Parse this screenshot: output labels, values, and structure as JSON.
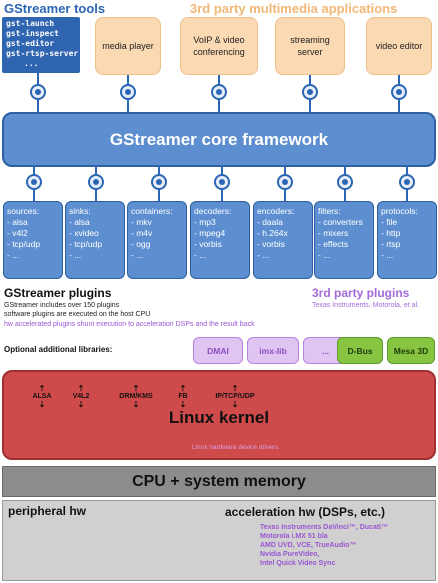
{
  "headers": {
    "gst_tools": "GStreamer tools",
    "third_party_apps": "3rd party multimedia applications"
  },
  "tools": [
    "gst-launch",
    "gst-inspect",
    "gst-editor",
    "gst-rtsp-server",
    "..."
  ],
  "apps": [
    "media player",
    "VoIP & video conferencing",
    "streaming server",
    "video editor"
  ],
  "core": "GStreamer core framework",
  "plugins": [
    {
      "title": "sources:",
      "items": [
        "- alsa",
        "- v4l2",
        "- tcp/udp",
        "- ..."
      ]
    },
    {
      "title": "sinks:",
      "items": [
        "- alsa",
        "- xvideo",
        "- tcp/udp",
        "- ..."
      ]
    },
    {
      "title": "containers:",
      "items": [
        "- mkv",
        "- m4v",
        "- ogg",
        "- ..."
      ]
    },
    {
      "title": "decoders:",
      "items": [
        "- mp3",
        "- mpeg4",
        "- vorbis",
        "- ..."
      ]
    },
    {
      "title": "encoders:",
      "items": [
        "- daala",
        "- h.264x",
        "- vorbis",
        "- ..."
      ]
    },
    {
      "title": "filters:",
      "items": [
        "- converters",
        "- mixers",
        "- effects",
        "- ..."
      ]
    },
    {
      "title": "protocols:",
      "items": [
        "- file",
        "- http",
        "- rtsp",
        "- ..."
      ]
    }
  ],
  "gst_plugins": {
    "title": "GStreamer plugins",
    "desc_1": "GStreamer includes over 150 plugins",
    "desc_2": "software plugins are executed on the host CPU",
    "hw_note": "hw accelerated plugins shunt execution to acceleration DSPs and the result back"
  },
  "third_party_plugins": {
    "title": "3rd party plugins",
    "desc": "Texas Instruments, Motorola, et al."
  },
  "optional_libs": {
    "label": "Optional additional libraries:",
    "items": [
      "DMAI",
      "imx-lib",
      "...",
      "D-Bus",
      "Mesa 3D"
    ]
  },
  "kernel": {
    "interfaces": [
      "ALSA",
      "V4L2",
      "DRM/KMS",
      "FB",
      "IP/TCP/UDP"
    ],
    "title": "Linux kernel",
    "drivers": "Linux hardware device drivers"
  },
  "cpu": "CPU + system memory",
  "hw": {
    "peripheral": "peripheral hw",
    "acceleration": "acceleration hw  (DSPs, etc.)",
    "vendors": [
      "Texas Instruments DaVinci™, Ducati™",
      "Motorola i.MX 51 bla",
      "AMD UVD, VCE, TrueAudio™",
      "Nvidia PureVideo,",
      "Intel Quick Video Sync"
    ]
  },
  "colors": {
    "gst_blue": "#2b66b4",
    "core_fill": "#5d8fd0",
    "app_fill": "#fbd9b3",
    "kernel_fill": "#cf4a4a",
    "lib_purple": "#e0c4f2",
    "lib_green": "#86c442"
  }
}
